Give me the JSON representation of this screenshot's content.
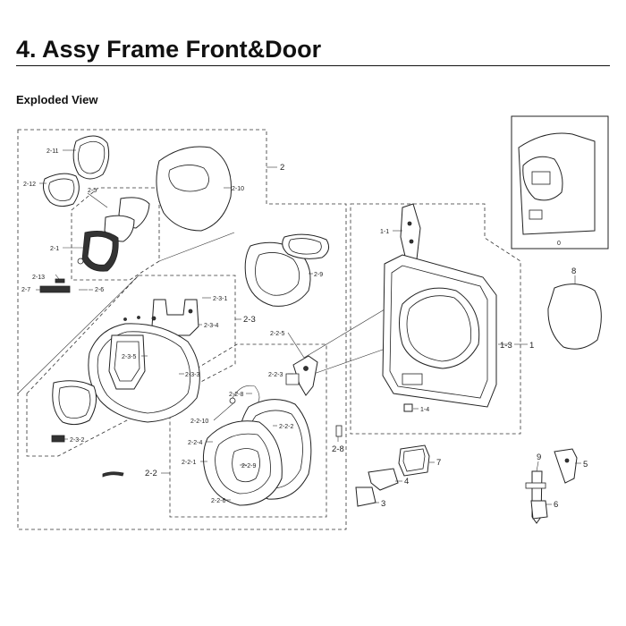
{
  "title": "4.  Assy Frame Front&Door",
  "subtitle": "Exploded View",
  "labels": {
    "l2_11": "2-11",
    "l2_12": "2-12",
    "l2_5": "2-5",
    "l2_1": "2-1",
    "l2_13": "2-13",
    "l2_7": "2-7",
    "l2_6": "2-6",
    "l2_10": "2-10",
    "l2": "2",
    "l2_9": "2-9",
    "l2_3_1": "2-3-1",
    "l2_3_4": "2-3-4",
    "l2_3": "2-3",
    "l2_3_5": "2-3-5",
    "l2_3_3": "2-3-3",
    "l2_3_2": "2-3-2",
    "l2_2_5": "2-2-5",
    "l2_2_3": "2-2-3",
    "l2_2_8": "2-2-8",
    "l2_2_10": "2-2-10",
    "l2_2_2": "2-2-2",
    "l2_2_4": "2-2-4",
    "l2_2_1": "2-2-1",
    "l2_2_9": "2-2-9",
    "l2_2_6": "2-2-6",
    "l2_2": "2-2",
    "l2_8": "2-8",
    "l1_1": "1-1",
    "l1_3": "1-3",
    "l1": "1",
    "l1_4": "1-4",
    "l8": "8",
    "l7": "7",
    "l4": "4",
    "l3": "3",
    "l9": "9",
    "l5": "5",
    "l6": "6",
    "l0": "0"
  }
}
